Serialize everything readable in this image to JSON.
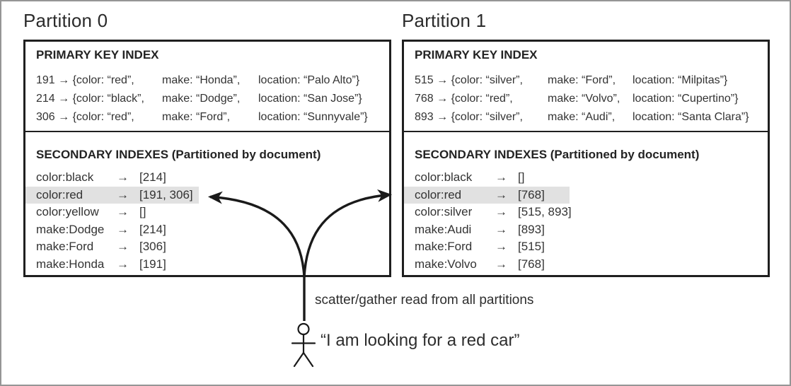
{
  "colors": {
    "background": "#ffffff",
    "outer_border": "#969696",
    "box_border": "#1f1f1f",
    "highlight": "#e1e1e1",
    "text": "#2b2b2b",
    "arrow": "#1a1a1a"
  },
  "glyphs": {
    "arrow": "→",
    "person_icon": "stick-figure"
  },
  "partitions": [
    {
      "title": "Partition 0",
      "primary_header": "PRIMARY KEY INDEX",
      "primary_rows": [
        {
          "c0": "191 → {color: “red”,",
          "c1": "make: “Honda”,",
          "c2": "location: “Palo Alto”}"
        },
        {
          "c0": "214 → {color: “black”,",
          "c1": "make: “Dodge”,",
          "c2": "location: “San Jose”}"
        },
        {
          "c0": "306 → {color: “red”,",
          "c1": "make: “Ford”,",
          "c2": "location: “Sunnyvale”}"
        }
      ],
      "secondary_header": "SECONDARY INDEXES (Partitioned by document)",
      "secondary_rows": [
        {
          "term": "color:black",
          "value": "[214]",
          "highlight": false
        },
        {
          "term": "color:red",
          "value": "[191, 306]",
          "highlight": true
        },
        {
          "term": "color:yellow",
          "value": "[]",
          "highlight": false
        },
        {
          "term": "make:Dodge",
          "value": "[214]",
          "highlight": false
        },
        {
          "term": "make:Ford",
          "value": "[306]",
          "highlight": false
        },
        {
          "term": "make:Honda",
          "value": "[191]",
          "highlight": false
        }
      ]
    },
    {
      "title": "Partition 1",
      "primary_header": "PRIMARY KEY INDEX",
      "primary_rows": [
        {
          "c0": "515 → {color: “silver”,",
          "c1": "make: “Ford”,",
          "c2": "location: “Milpitas”}"
        },
        {
          "c0": "768 → {color: “red”,",
          "c1": "make: “Volvo”,",
          "c2": "location: “Cupertino”}"
        },
        {
          "c0": "893 → {color: “silver”,",
          "c1": "make: “Audi”,",
          "c2": "location: “Santa Clara”}"
        }
      ],
      "secondary_header": "SECONDARY INDEXES (Partitioned by document)",
      "secondary_rows": [
        {
          "term": "color:black",
          "value": "[]",
          "highlight": false
        },
        {
          "term": "color:red",
          "value": "[768]",
          "highlight": true
        },
        {
          "term": "color:silver",
          "value": "[515, 893]",
          "highlight": false
        },
        {
          "term": "make:Audi",
          "value": "[893]",
          "highlight": false
        },
        {
          "term": "make:Ford",
          "value": "[515]",
          "highlight": false
        },
        {
          "term": "make:Volvo",
          "value": "[768]",
          "highlight": false
        }
      ]
    }
  ],
  "annotations": {
    "scatter_label": "scatter/gather read from all partitions",
    "user_quote": "“I am looking for a red car”"
  }
}
